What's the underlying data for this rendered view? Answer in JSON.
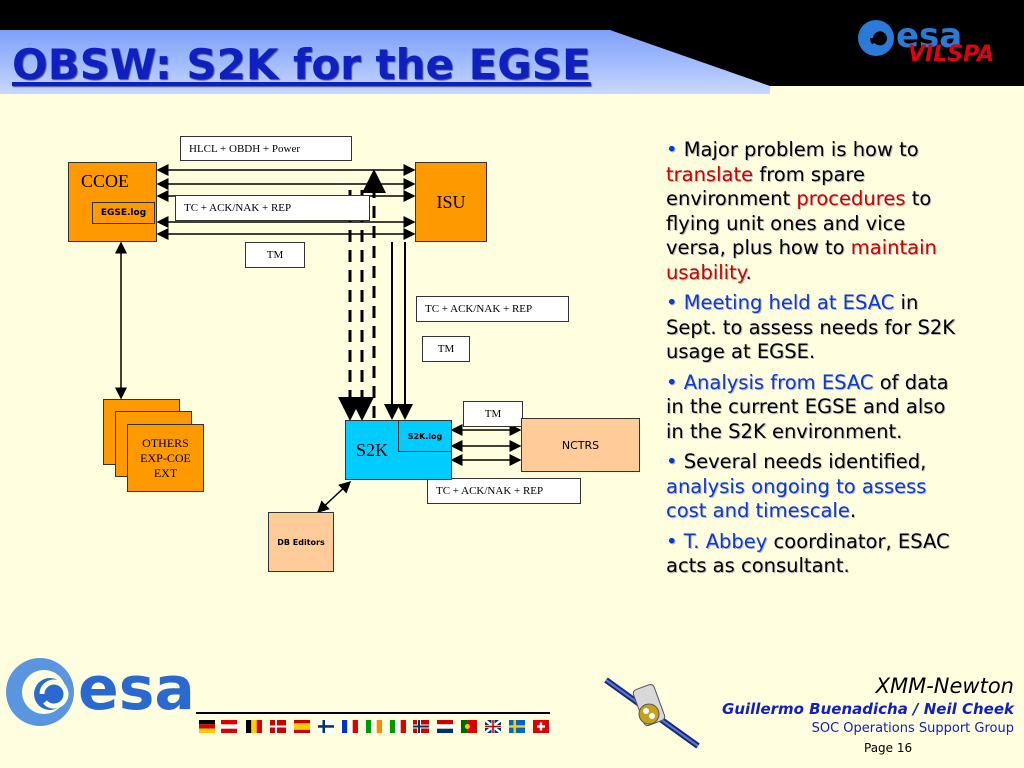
{
  "header": {
    "title": "OBSW: S2K for the EGSE",
    "logo_esa": "esa",
    "logo_vilspa": "VILSPA"
  },
  "diagram": {
    "ccoe": "CCOE",
    "egse_log": "EGSE.log",
    "isu": "ISU",
    "s2k": "S2K",
    "s2k_log": "S2K.log",
    "nctrs": "NCTRS",
    "db_editors": "DB Editors",
    "others_lines": [
      "OTHERS",
      "EXP-COE",
      "EXT"
    ],
    "label_hlcl": "HLCL + OBDH + Power",
    "label_tc1": "TC + ACK/NAK + REP",
    "label_tm1": "TM",
    "label_tc2": "TC + ACK/NAK + REP",
    "label_tm2": "TM",
    "label_tm3": "TM",
    "label_tc3": "TC + ACK/NAK + REP"
  },
  "bullets": {
    "b1_a": "Major problem is how to ",
    "b1_b": "translate",
    "b1_c": " from spare environment ",
    "b1_d": "procedures",
    "b1_e": " to flying unit ones and vice versa, plus how to ",
    "b1_f": "maintain usability",
    "b1_g": ".",
    "b2_a": "Meeting held at ESAC",
    "b2_b": " in Sept. to assess needs for S2K usage at EGSE.",
    "b3_a": "Analysis from ESAC",
    "b3_b": " of data in the current EGSE and also in the S2K environment.",
    "b4_a": "Several needs identified, ",
    "b4_b": "analysis ongoing to assess cost and timescale",
    "b4_c": ".",
    "b5_a": "T. Abbey",
    "b5_b": " coordinator, ESAC acts as consultant."
  },
  "footer": {
    "logo_esa": "esa",
    "mission": "XMM-Newton",
    "authors": "Guillermo Buenadicha / Neil Cheek",
    "group": "SOC Operations Support Group",
    "page": "Page 16"
  },
  "colors": {
    "title": "#1020c0",
    "accent_blue": "#0a3ad8",
    "accent_red": "#d00000",
    "box_orange": "#ff9900",
    "box_peach": "#ffcc99",
    "box_cyan": "#00ccff",
    "background": "#ffffe0"
  }
}
